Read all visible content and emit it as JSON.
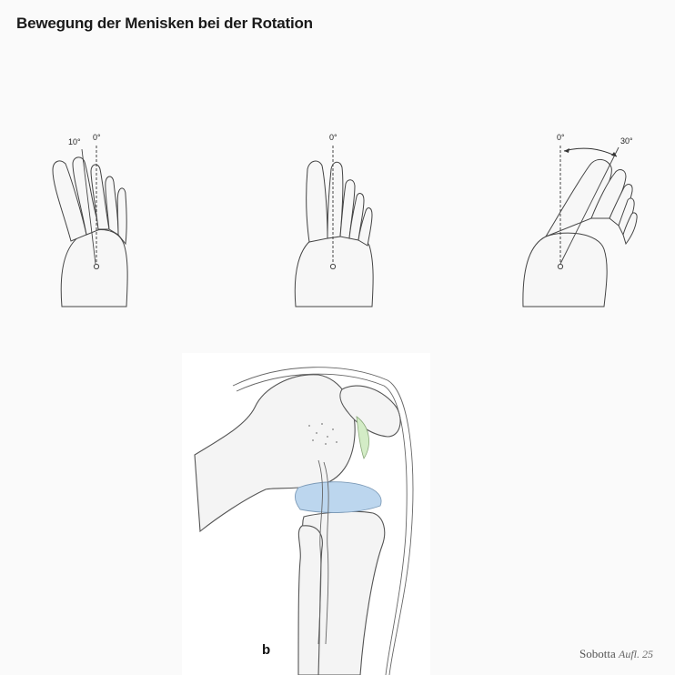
{
  "title": "Bewegung der Menisken bei der Rotation",
  "feet": [
    {
      "zero_label": "0°",
      "rotation_label": "10°"
    },
    {
      "zero_label": "0°"
    },
    {
      "zero_label": "0°",
      "rotation_label": "30°"
    }
  ],
  "panel_label": "b",
  "credit": {
    "name": "Sobotta",
    "edition": "Aufl. 25"
  },
  "colors": {
    "skin_outline": "#444444",
    "meniscus": "#bcd6ee",
    "cartilage": "#d3ecc6"
  }
}
